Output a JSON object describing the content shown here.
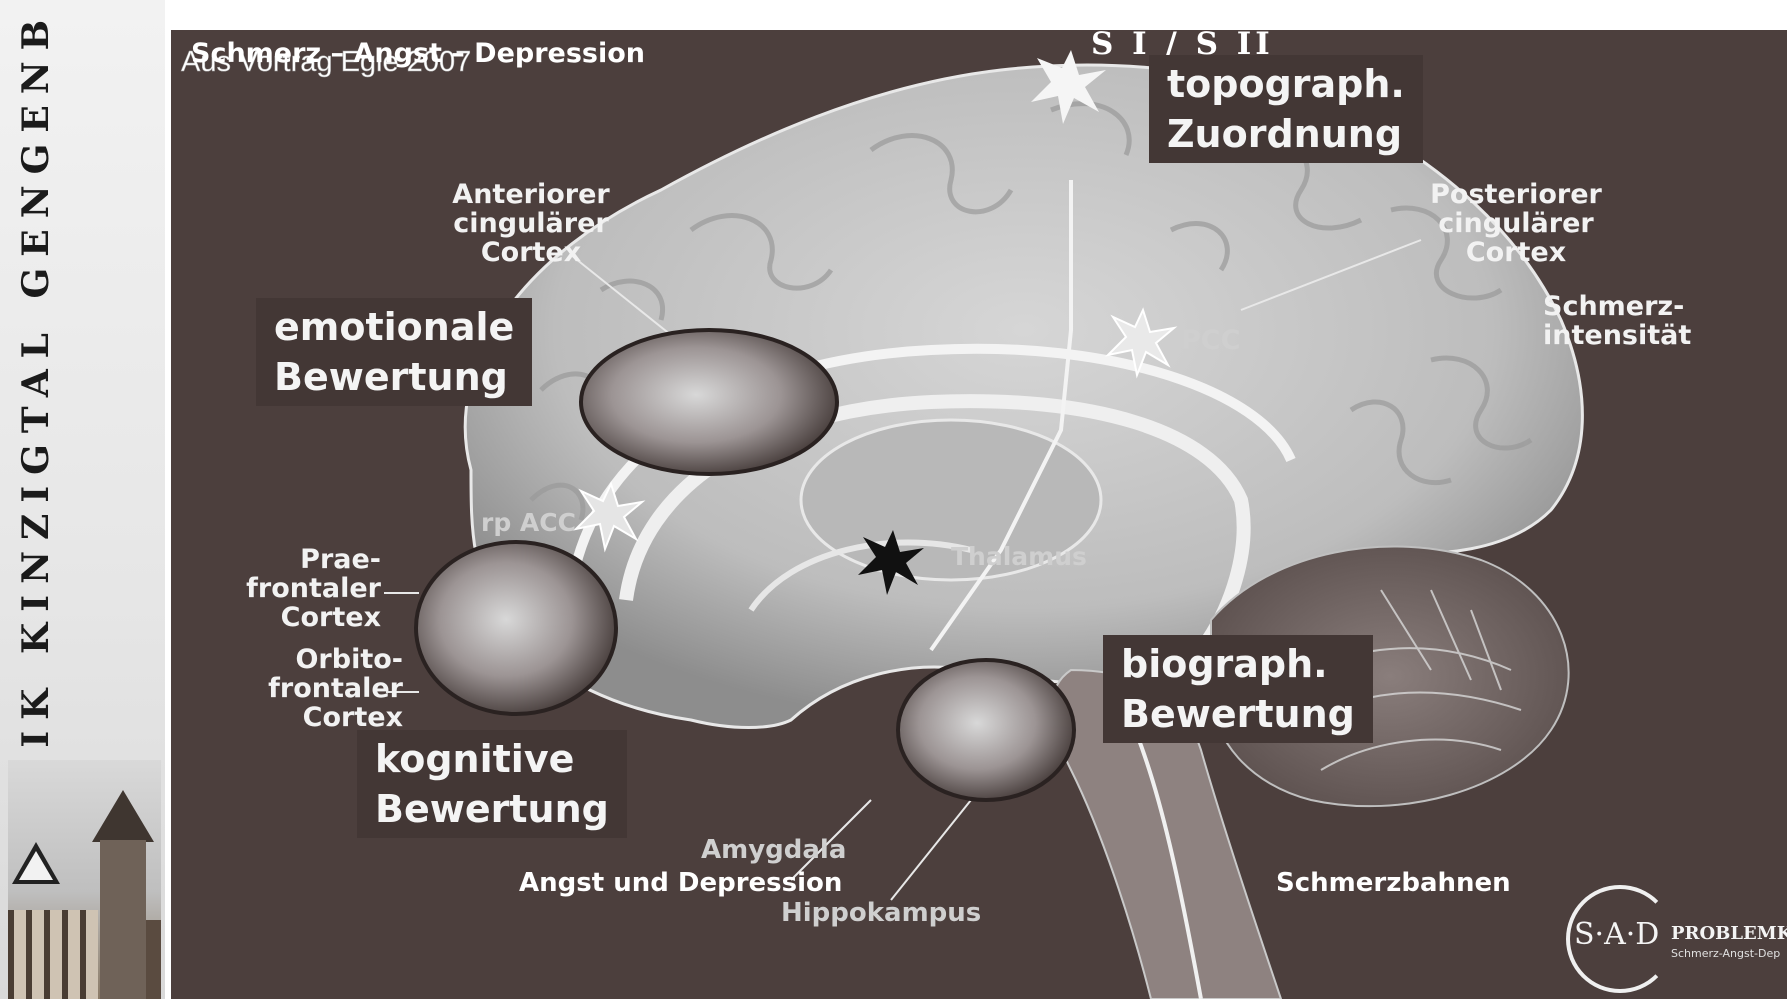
{
  "header": {
    "source": "Aus Vortrag Egle 2007",
    "title": "Schmerz – Angst – Depression"
  },
  "sidebar": {
    "title": "KLINIK KINZIGTAL GENGENB"
  },
  "regions": {
    "s1s2": "S I / S II",
    "topograph": {
      "line1": "topograph.",
      "line2": "Zuordnung"
    },
    "acc": {
      "line1": "Anteriorer",
      "line2": "cingulärer",
      "line3": "Cortex"
    },
    "pcc_label": {
      "line1": "Posteriorer",
      "line2": "cingulärer",
      "line3": "Cortex"
    },
    "pcc": "PCC",
    "schmerzintensitaet": {
      "line1": "Schmerz-",
      "line2": "intensität"
    },
    "emotionale": {
      "line1": "emotionale",
      "line2": "Bewertung"
    },
    "rpacc": "rp ACC",
    "thalamus": "Thalamus",
    "praefrontal": {
      "line1": "Prae-",
      "line2": "frontaler",
      "line3": "Cortex"
    },
    "orbitofrontal": {
      "line1": "Orbito-",
      "line2": "frontaler",
      "line3": "Cortex"
    },
    "kognitive": {
      "line1": "kognitive",
      "line2": "Bewertung"
    },
    "biograph": {
      "line1": "biograph.",
      "line2": "Bewertung"
    },
    "amygdala": "Amygdala",
    "angst": "Angst und Depression",
    "hippokampus": "Hippokampus",
    "schmerzbahnen": "Schmerzbahnen"
  },
  "logo": {
    "mark": "S·A·D",
    "name": "PROBLEMKI",
    "tagline": "Schmerz-Angst-Dep"
  }
}
